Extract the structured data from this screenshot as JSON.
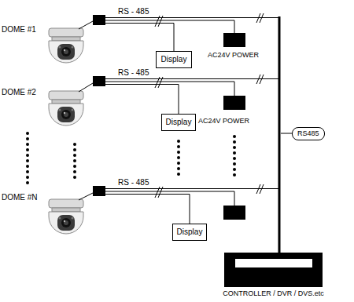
{
  "diagram": {
    "nodes": [
      {
        "text": [
          "Display"
        ]
      },
      {
        "text": [
          "AC24V POWER"
        ]
      },
      {
        "text": [
          "Display"
        ]
      },
      {
        "text": [
          "AC24V POWER"
        ]
      },
      {
        "text": [
          "RS485"
        ]
      },
      {
        "text": [
          "Display"
        ]
      },
      {
        "text": [
          "CONTROLLER / DVR / DVS.etc"
        ]
      }
    ],
    "labels": [
      "DOME #1",
      "RS - 485",
      "DOME #2",
      "RS - 485",
      "DOME #N",
      "RS - 485"
    ]
  }
}
